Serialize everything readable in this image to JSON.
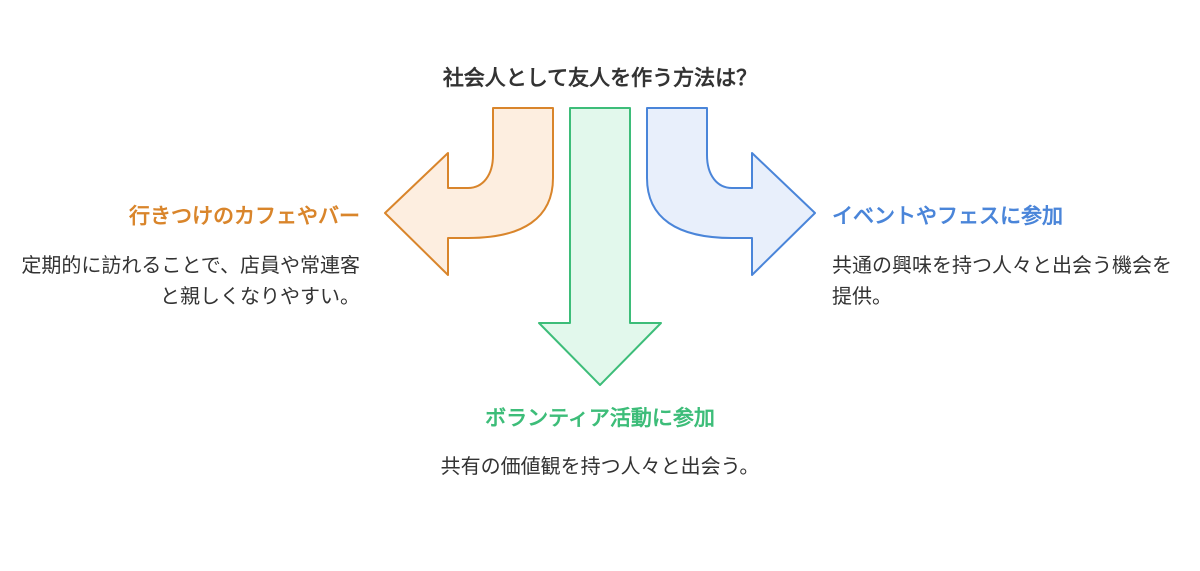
{
  "title": "社会人として友人を作う方法は？",
  "options": {
    "left": {
      "heading": "行きつけのカフェやバー",
      "description": "定期的に訪れることで、店員や常連客と親しくなりやすい。",
      "fill": "#fdeee0",
      "stroke": "#d9852b"
    },
    "bottom": {
      "heading": "ボランティア活動に参加",
      "description": "共有の価値観を持つ人々と出会う。",
      "fill": "#e2f8ec",
      "stroke": "#3dbd79"
    },
    "right": {
      "heading": "イベントやフェスに参加",
      "description": "共通の興味を持つ人々と出会う機会を提供。",
      "fill": "#e8effb",
      "stroke": "#4a85d9"
    }
  }
}
